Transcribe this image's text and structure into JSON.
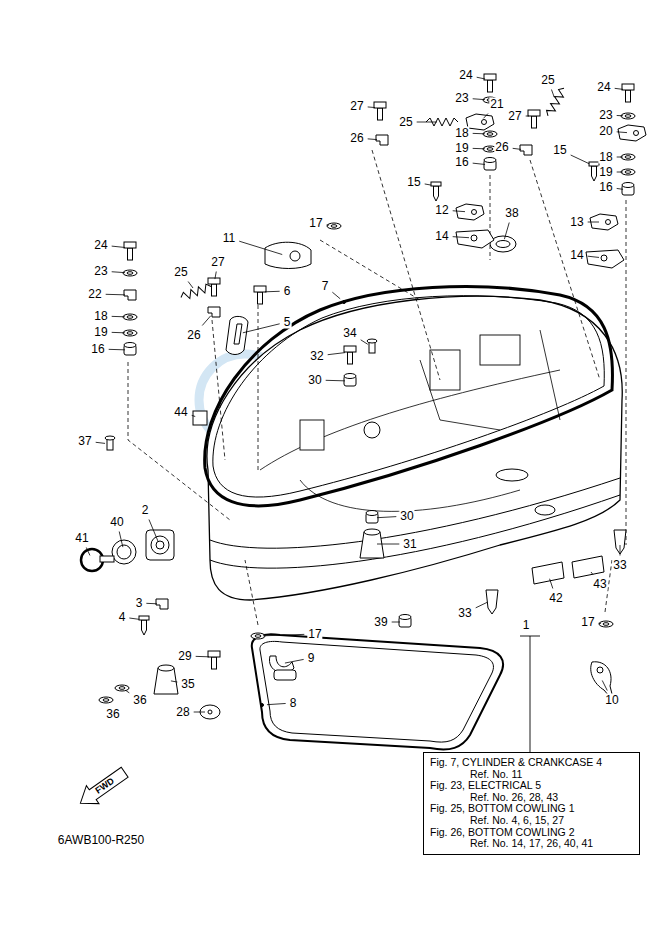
{
  "diagram": {
    "nodes": [
      {
        "text": [
          "Fig. 7, CYLINDER & CRANKCASE 4",
          "Ref. No. 11",
          "Fig. 23, ELECTRICAL 5",
          "Ref. No. 26, 28, 43",
          "Fig. 25, BOTTOM COWLING 1",
          "Ref. No. 4, 6, 15, 27",
          "Fig. 26, BOTTOM COWLING 2",
          "Ref. No. 14, 17, 26, 40, 41"
        ]
      }
    ],
    "labels": [
      "24",
      "25",
      "24",
      "27",
      "23",
      "25",
      "21",
      "27",
      "23",
      "20",
      "26",
      "18",
      "26",
      "19",
      "18",
      "16",
      "19",
      "15",
      "15",
      "16",
      "12",
      "38",
      "17",
      "13",
      "14",
      "11",
      "24",
      "14",
      "27",
      "23",
      "25",
      "7",
      "6",
      "22",
      "18",
      "5",
      "19",
      "34",
      "26",
      "16",
      "32",
      "30",
      "44",
      "37",
      "2",
      "30",
      "40",
      "41",
      "31",
      "33",
      "43",
      "42",
      "3",
      "33",
      "4",
      "17",
      "39",
      "1",
      "17",
      "29",
      "9",
      "35",
      "36",
      "10",
      "8",
      "28",
      "36",
      "FWD",
      "6AWB100-R250"
    ]
  }
}
